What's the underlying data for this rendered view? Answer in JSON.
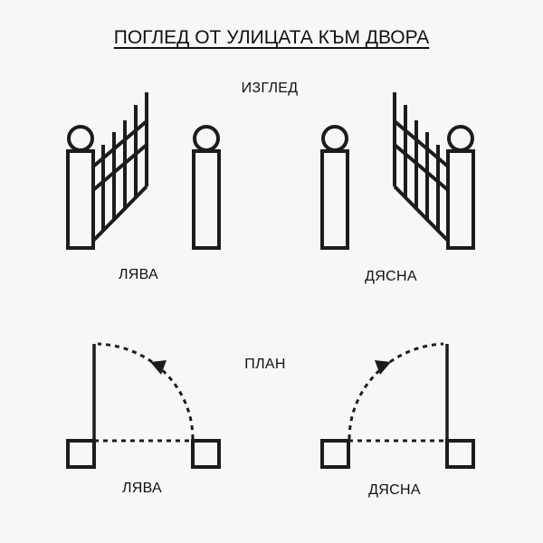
{
  "title": "ПОГЛЕД ОТ УЛИЦАТА КЪМ ДВОРА",
  "elevation": {
    "label": "ИЗГЛЕД",
    "left_label": "ЛЯВА",
    "right_label": "ДЯСНА"
  },
  "plan": {
    "label": "ПЛАН",
    "left_label": "ЛЯВА",
    "right_label": "ДЯСНА"
  },
  "colors": {
    "background": "#f7f7f7",
    "ink": "#1c1c1c"
  }
}
